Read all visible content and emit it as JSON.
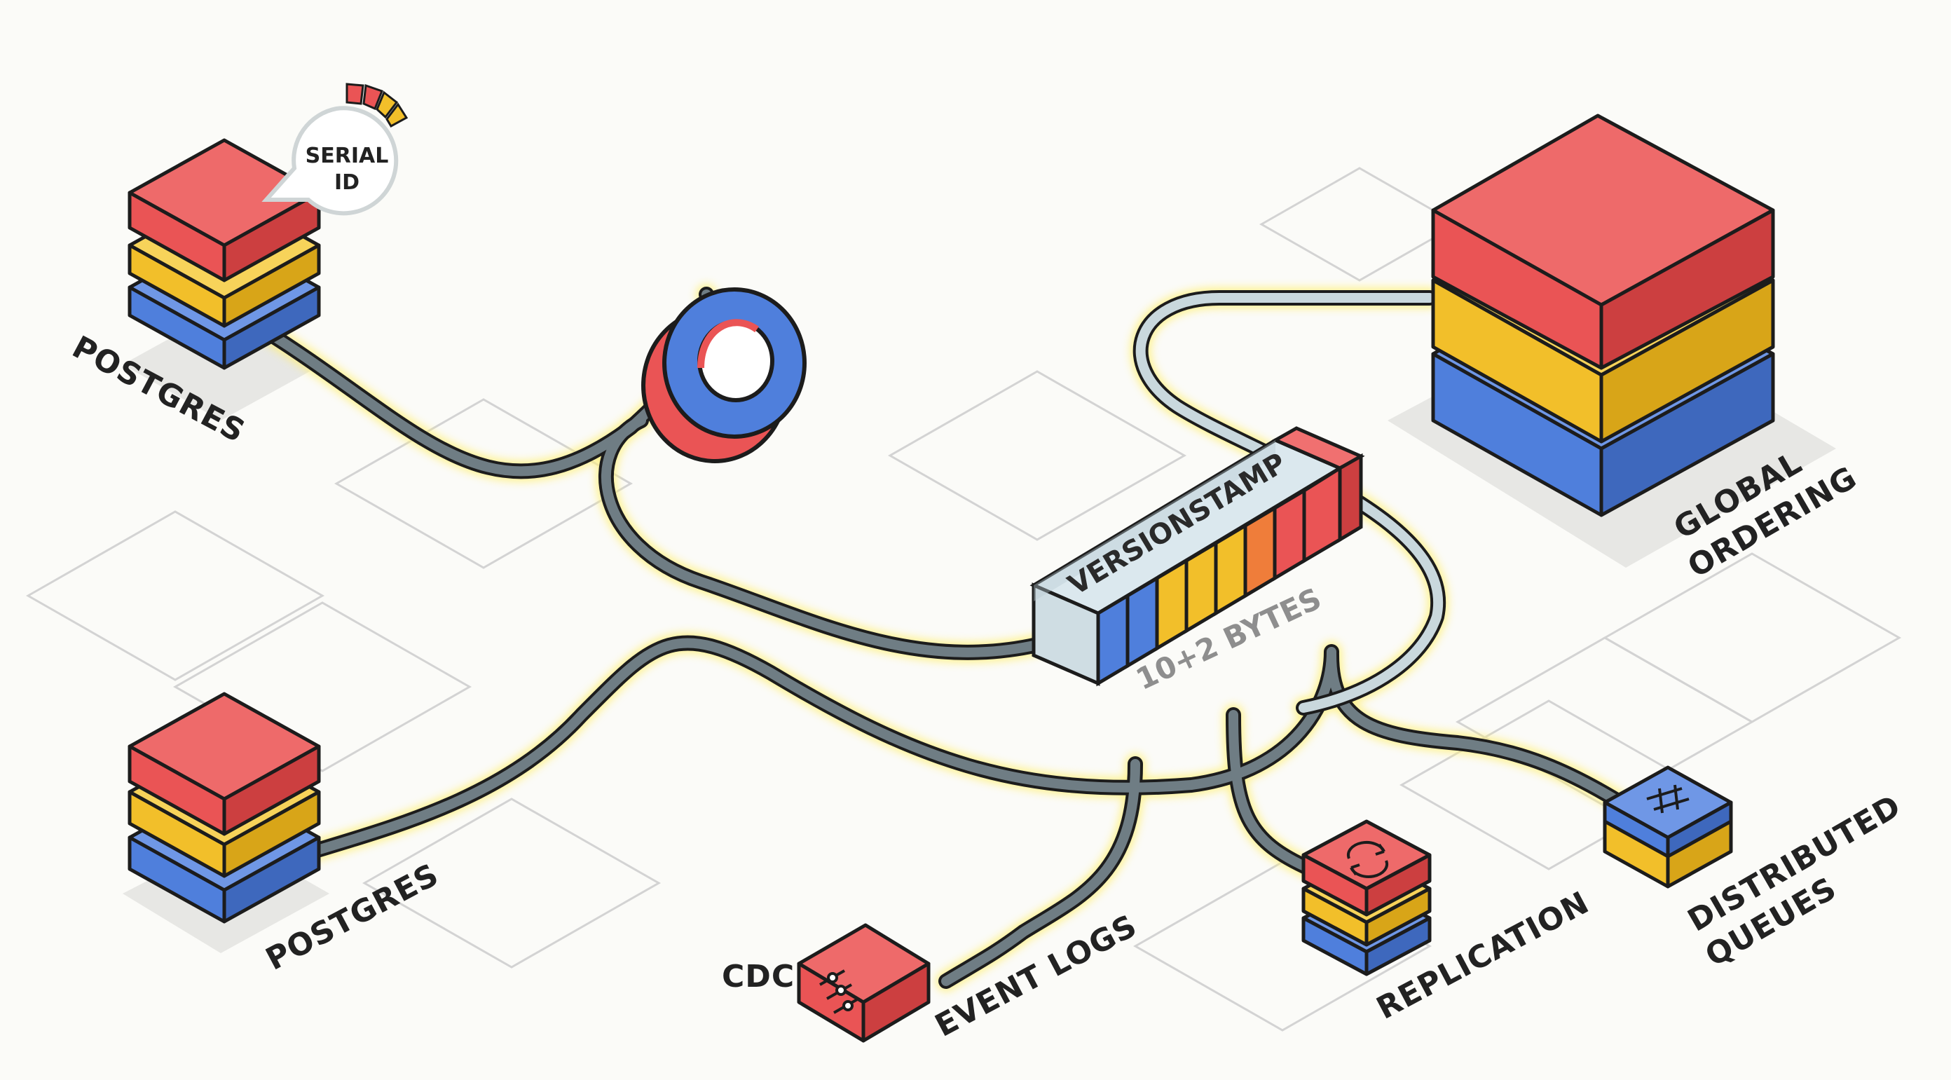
{
  "labels": {
    "postgres_top": "POSTGRES",
    "postgres_bottom": "POSTGRES",
    "serial_id_line1": "SERIAL",
    "serial_id_line2": "ID",
    "versionstamp": "VERSIONSTAMP",
    "bytes": "10+2 BYTES",
    "global_line1": "GLOBAL",
    "global_line2": "ORDERING",
    "cdc": "CDC",
    "event_logs": "EVENT LOGS",
    "replication": "REPLICATION",
    "distributed_line1": "DISTRIBUTED",
    "distributed_line2": "QUEUES"
  },
  "colors": {
    "red": "#ea5455",
    "yellow": "#f2bf2a",
    "blue": "#4f7fdc",
    "orange": "#ef7d3a",
    "cable": "#6f7d84",
    "cable_light": "#c9d8dd",
    "glow": "#fff07a",
    "outline": "#1c1c1c",
    "grid": "#d3d3d3",
    "shadow": "#e6e6e3"
  },
  "icons": {
    "serial_gauge": "gauge-ring-icon",
    "ring": "ring-torus-icon",
    "cdc": "sliders-icon",
    "replication": "sync-arrows-icon",
    "queues": "network-arrows-icon"
  }
}
